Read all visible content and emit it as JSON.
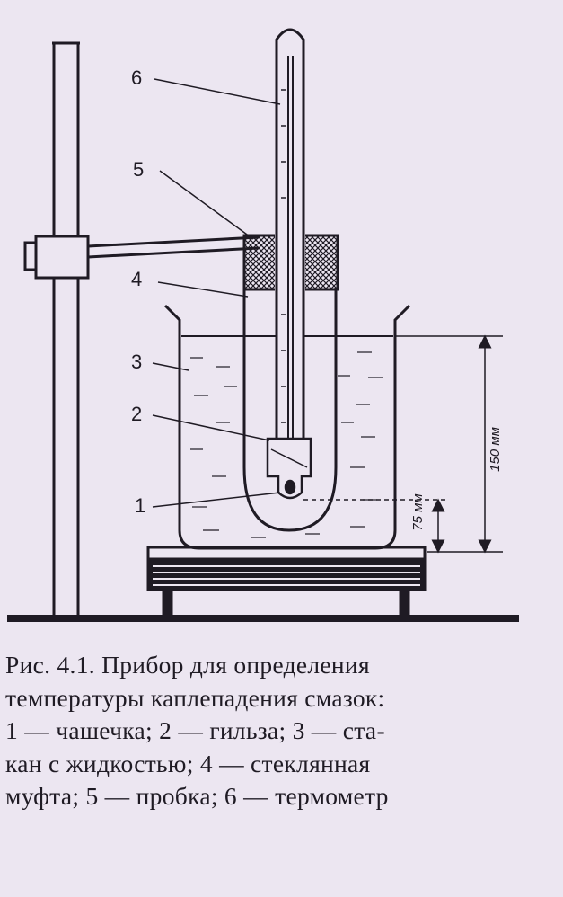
{
  "figure": {
    "callouts": [
      "1",
      "2",
      "3",
      "4",
      "5",
      "6"
    ],
    "dimensions": {
      "total_height": "150 мм",
      "cup_height": "75 мм"
    }
  },
  "caption": {
    "lines": [
      "Рис. 4.1. Прибор для определения",
      "температуры каплепадения смазок:",
      "1 — чашечка; 2 — гильза; 3 — ста-",
      "кан с жидкостью; 4 — стеклянная",
      "муфта; 5 — пробка; 6 — термометр"
    ]
  },
  "colors": {
    "paper": "#ece6f1",
    "ink": "#1f1b24"
  }
}
